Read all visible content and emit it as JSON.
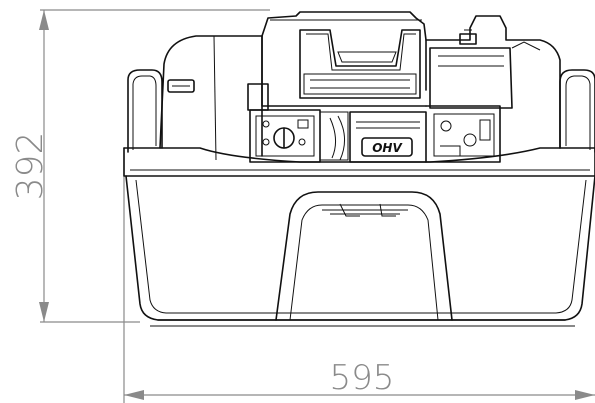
{
  "dimensions": {
    "height_label": "392",
    "width_label": "595"
  },
  "engine": {
    "brand_label": "OHV"
  },
  "colors": {
    "line": "#111111",
    "dimension": "#8a8a8a",
    "background": "#ffffff"
  }
}
